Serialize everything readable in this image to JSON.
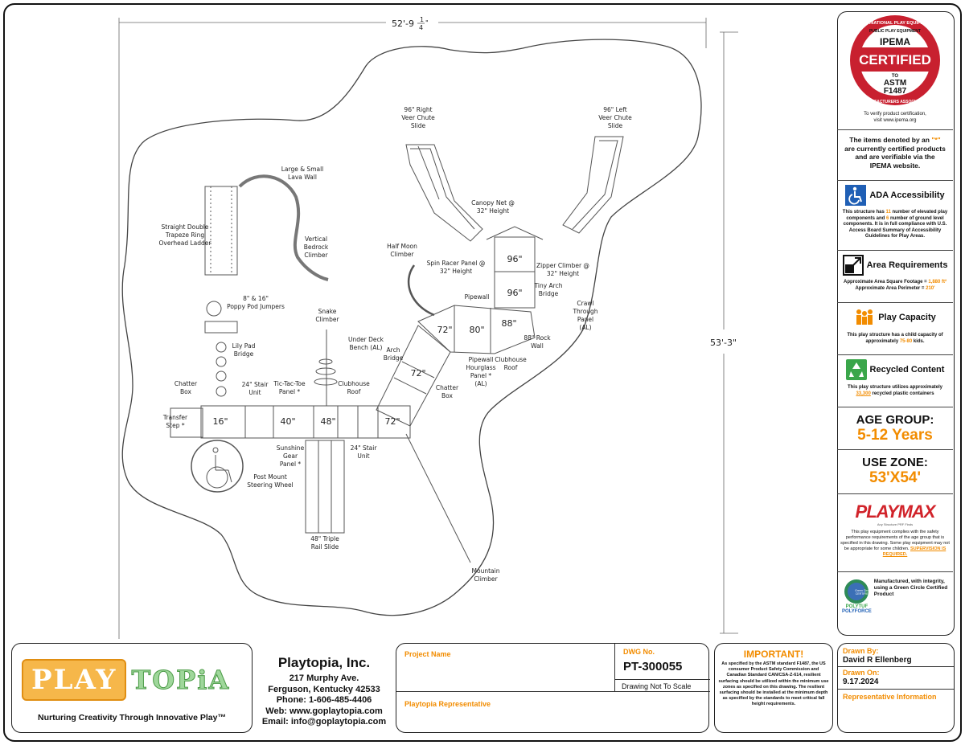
{
  "dimensions": {
    "width": "52'-9",
    "width_frac_num": "1",
    "width_frac_den": "4",
    "width_frac_close": "\"",
    "height": "53'-3\""
  },
  "labels": {
    "right_veer": [
      "96\" Right",
      "Veer Chute",
      "Slide"
    ],
    "left_veer": [
      "96\" Left",
      "Veer Chute",
      "Slide"
    ],
    "lava_wall": [
      "Large & Small",
      "Lava Wall"
    ],
    "ladder": [
      "Straight Double",
      "Trapeze Ring",
      "Overhead Ladder"
    ],
    "bedrock": [
      "Vertical",
      "Bedrock",
      "Climber"
    ],
    "canopy": [
      "Canopy Net @",
      "32\" Height"
    ],
    "half_moon": [
      "Half Moon",
      "Climber"
    ],
    "spin_racer": [
      "Spin Racer Panel @",
      "32\" Height"
    ],
    "zipper": [
      "Zipper Climber @",
      "32\" Height"
    ],
    "poppy": [
      "8\" & 16\"",
      "Poppy Pod Jumpers"
    ],
    "tiny_arch": [
      "Tiny Arch",
      "Bridge"
    ],
    "crawl": [
      "Crawl",
      "Through",
      "Panel",
      "(AL)"
    ],
    "pipewall1": [
      "Pipewall"
    ],
    "snake": [
      "Snake",
      "Climber"
    ],
    "under_deck": [
      "Under Deck",
      "Bench (AL)"
    ],
    "rock_wall": [
      "88\" Rock",
      "Wall"
    ],
    "lily": [
      "Lily Pad",
      "Bridge"
    ],
    "arch_bridge": [
      "Arch",
      "Bridge"
    ],
    "hourglass": [
      "Pipewall",
      "Hourglass",
      "Panel *",
      "(AL)"
    ],
    "clubhouse_roof2": [
      "Clubhouse",
      "Roof"
    ],
    "chatter_left": [
      "Chatter",
      "Box"
    ],
    "stair24": [
      "24\" Stair",
      "Unit"
    ],
    "tictac": [
      "Tic-Tac-Toe",
      "Panel *"
    ],
    "clubhouse_roof1": [
      "Clubhouse",
      "Roof"
    ],
    "chatter_right": [
      "Chatter",
      "Box"
    ],
    "transfer": [
      "Transfer",
      "Step *"
    ],
    "sunshine": [
      "Sunshine",
      "Gear",
      "Panel *"
    ],
    "stair24b": [
      "24\" Stair",
      "Unit"
    ],
    "steering": [
      "Post Mount",
      "Steering Wheel"
    ],
    "triple_slide": [
      "48\" Triple",
      "Rail Slide"
    ],
    "mountain": [
      "Mountain",
      "Climber"
    ],
    "decks": {
      "d96a": "96\"",
      "d96b": "96\"",
      "d88": "88\"",
      "d80": "80\"",
      "d72a": "72\"",
      "d72b": "72\"",
      "d72c": "72\"",
      "d48": "48\"",
      "d40": "40\"",
      "d16": "16\""
    }
  },
  "ipema": {
    "top_text": "INTERNATIONAL PLAY EQUIPMENT",
    "sub_text": "PUBLIC PLAY EQUIPMENT",
    "ipema": "IPEMA",
    "certified": "CERTIFIED",
    "to": "TO",
    "astm": "ASTM",
    "f1487": "F1487",
    "bottom_text": "MANUFACTURERS ASSOCIATION",
    "verify1": "To verify product certification,",
    "verify2": "visit www.ipema.org"
  },
  "certified_note": {
    "p1": "The items denoted by an ",
    "star": "\"*\"",
    "p2": " are currently certified products and are verifiable via the IPEMA website."
  },
  "ada": {
    "title": "ADA Accessibility",
    "t1": "This structure has ",
    "n1": "11",
    "t2": " number of elevated play components and ",
    "n2": "6",
    "t3": " number of ground level components. It is in full compliance with U.S. Access Board Summary of Accessibility Guidelines for Play Areas."
  },
  "area": {
    "title": "Area Requirements",
    "sq_label": "Approximate Area Square Footage = ",
    "sq_val": "1,880 ft²",
    "per_label": "Approximate Area Perimeter = ",
    "per_val": "210'"
  },
  "capacity": {
    "title": "Play Capacity",
    "t1": "This play structure has a child capacity of approximately ",
    "n": "75-80",
    "t2": " kids."
  },
  "recycled": {
    "title": "Recycled Content",
    "t1": "This play structure utilizes approximately ",
    "n": "33,300",
    "t2": " recycled plastic containers"
  },
  "age": {
    "title": "AGE GROUP:",
    "value": "5-12 Years"
  },
  "use_zone": {
    "title": "USE ZONE:",
    "value": "53'X54'"
  },
  "playmax": {
    "logo": "PLAYMAX",
    "sub": "Any Structure PRF Finds",
    "t1": "This play equipment complies with the safety performance requirements of the age group that is specified in this drawing. Some play equipment may not be appropriate for some children. ",
    "warn": "SUPERVISION IS REQUIRED."
  },
  "green": {
    "badge1": "Green Circle",
    "badge2": "CERTIFIED",
    "text": "Manufactured, with integrity, using a Green Circle Certified Product",
    "polytuf": "POLYTUF",
    "polyforce": "POLYFORCE"
  },
  "company": {
    "logo1": "PLAY",
    "logo2": "TOPiA",
    "tagline": "Nurturing Creativity Through Innovative Play™",
    "name": "Playtopia, Inc.",
    "address": "217 Murphy Ave.",
    "city": "Ferguson, Kentucky 42533",
    "phone": "Phone: 1-606-485-4406",
    "web": "Web: www.goplaytopia.com",
    "email": "Email: info@goplaytopia.com"
  },
  "project": {
    "name_label": "Project Name",
    "rep_label": "Playtopia Representative",
    "dwg_label": "DWG No.",
    "dwg_value": "PT-300055",
    "scale": "Drawing Not To Scale"
  },
  "important": {
    "title": "IMPORTANT!",
    "text": "As specified by the ASTM standard F1487, the US consumer Product Safety Commission and Canadian Standard CAN/CSA-Z-614, resilient surfacing should be utilized within the minimum use zones as specified on this drawing. The resilient surfacing should be installed at the minimum depth as specified by the standards to meet critical fall height requirements."
  },
  "drawn": {
    "by_label": "Drawn By:",
    "by_value": "David R Ellenberg",
    "on_label": "Drawn On:",
    "on_value": "9.17.2024",
    "rep_info": "Representative Information"
  },
  "colors": {
    "accent": "#f28c00",
    "ipema_red": "#c8202f",
    "ada_blue": "#1f5fb5",
    "green": "#3aa64a"
  }
}
